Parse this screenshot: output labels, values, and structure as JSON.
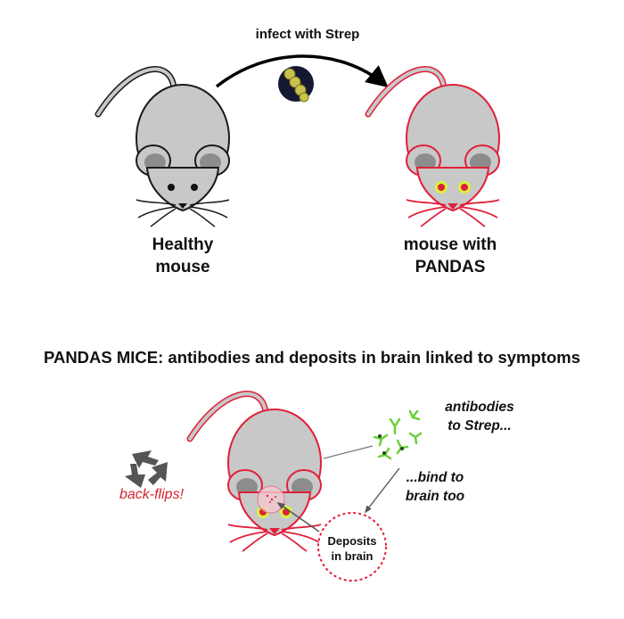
{
  "top": {
    "arrow_label": "infect with Strep",
    "healthy_line1": "Healthy",
    "healthy_line2": "mouse",
    "pandas_line1": "mouse with",
    "pandas_line2": "PANDAS"
  },
  "bottom": {
    "title": "PANDAS MICE: antibodies and deposits in brain linked to symptoms",
    "antibody_line1": "antibodies",
    "antibody_line2": "to Strep...",
    "bind_line1": "...bind to",
    "bind_line2": "brain too",
    "backflip": "back-flips!",
    "deposits_line1": "Deposits",
    "deposits_line2": "in brain"
  },
  "colors": {
    "mouse_body": "#c8c8c8",
    "healthy_outline": "#1a1a1a",
    "pandas_outline": "#e0203a",
    "pandas_eye": "#d8f23a",
    "antibody": "#7ee04a",
    "strep_bead": "#c8c24a",
    "arrow": "#000000"
  },
  "icons": [
    "curved-arrow-icon",
    "strep-bacteria-icon",
    "antibody-icon",
    "recycle-arrows-icon"
  ]
}
